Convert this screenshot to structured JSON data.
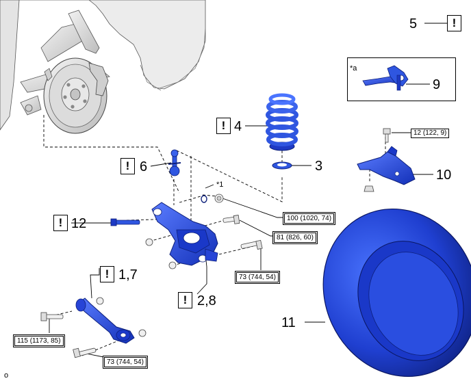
{
  "callouts": {
    "c1_7": "1,7",
    "c2_8": "2,8",
    "c3": "3",
    "c4": "4",
    "c5": "5",
    "c6": "6",
    "c9": "9",
    "c10": "10",
    "c11": "11",
    "c12": "12"
  },
  "caution_mark": "!",
  "torques": {
    "t100": "100 (1020, 74)",
    "t81": "81 (826, 60)",
    "t73_upper": "73 (744, 54)",
    "t12": "12 (122, 9)",
    "t115": "115 (1173, 85)",
    "t73_lower": "73 (744, 54)"
  },
  "marks": {
    "star1": "*1",
    "star_a": "*a",
    "figure_code": "o"
  },
  "colors": {
    "part_blue": "#2f56e0",
    "part_dark": "#12247a",
    "chassis_gray": "#d8d8d8"
  }
}
